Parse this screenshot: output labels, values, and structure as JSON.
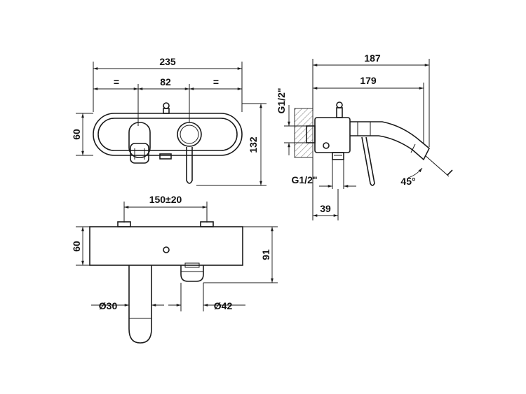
{
  "drawing": {
    "front_view": {
      "overall_width": "235",
      "equal_left": "=",
      "center_spacing": "82",
      "equal_right": "=",
      "plate_height": "60",
      "total_height": "132"
    },
    "side_view": {
      "overall_depth": "187",
      "body_depth": "179",
      "inlet_thread_top": "G1/2\"",
      "outlet_thread": "G1/2\"",
      "outlet_offset": "39",
      "spout_angle": "45°"
    },
    "top_view": {
      "inlet_spacing": "150±20",
      "body_height": "60",
      "total_depth": "91",
      "spout_diameter": "Ø30",
      "handle_diameter": "Ø42"
    }
  }
}
